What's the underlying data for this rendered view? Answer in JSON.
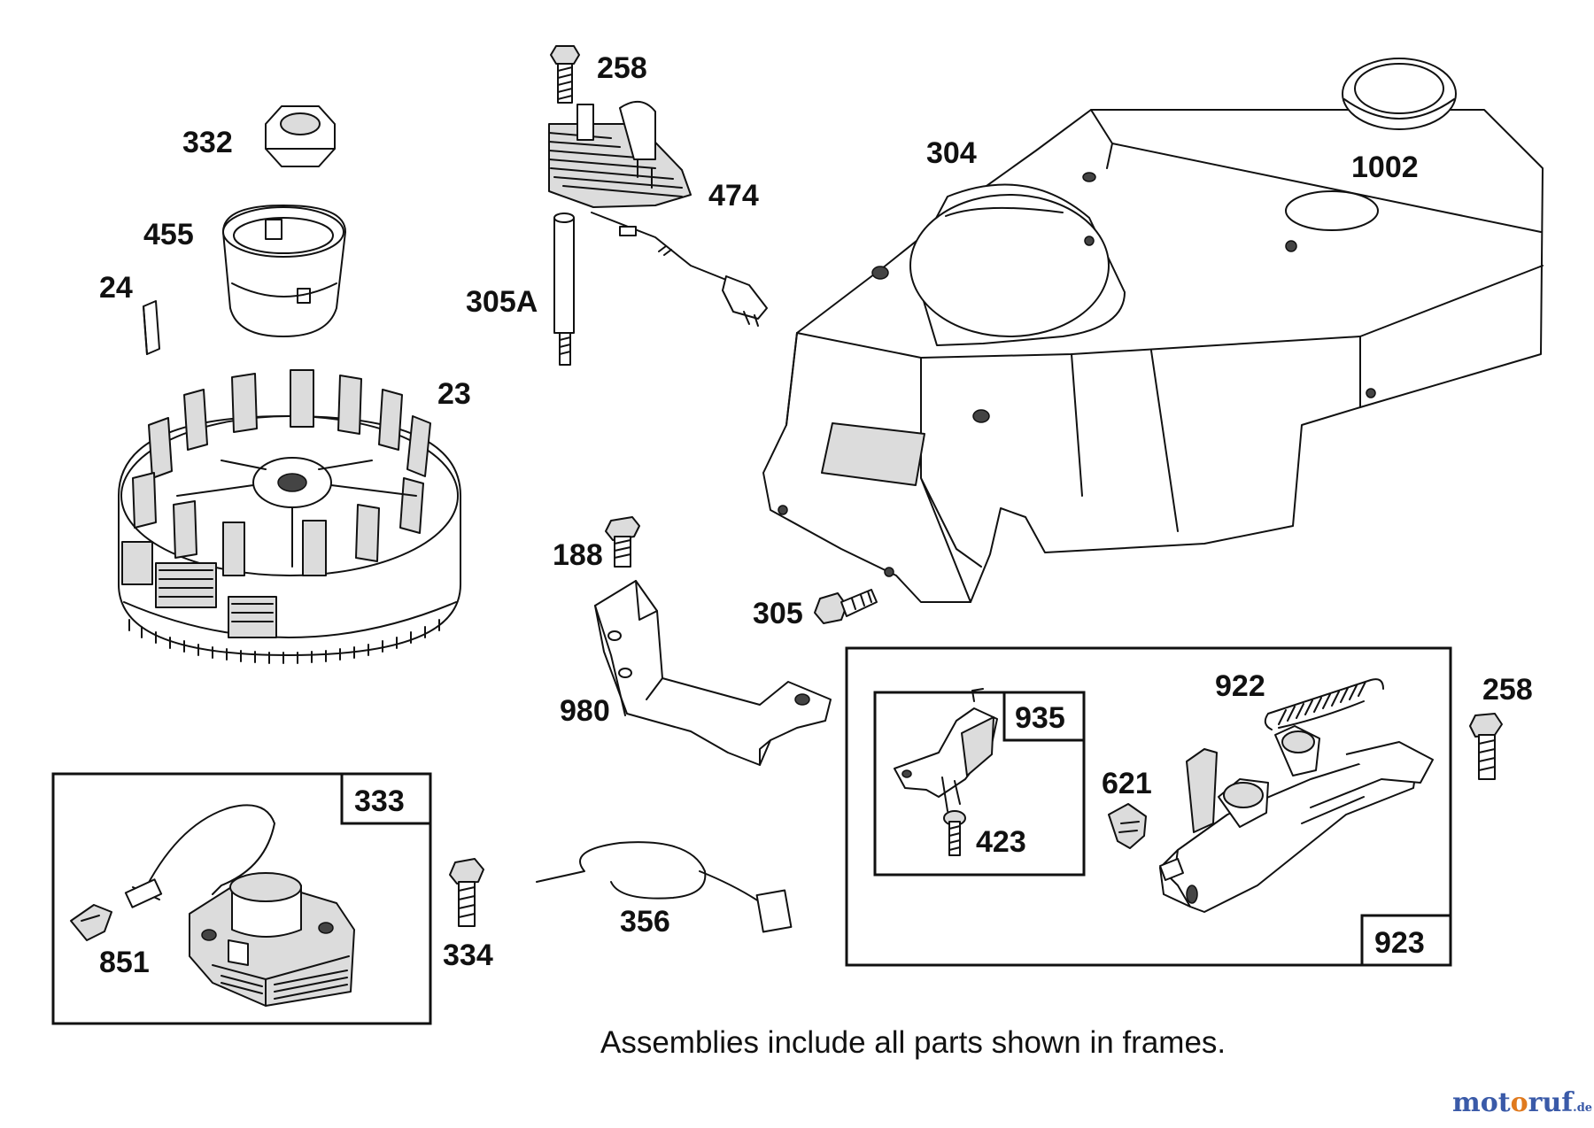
{
  "parts": {
    "p258a": "258",
    "p332": "332",
    "p304": "304",
    "p1002": "1002",
    "p474": "474",
    "p455": "455",
    "p24": "24",
    "p305a": "305A",
    "p23": "23",
    "p188": "188",
    "p305": "305",
    "p922": "922",
    "p258b": "258",
    "p980": "980",
    "p935": "935",
    "p621": "621",
    "p333": "333",
    "p423": "423",
    "p356": "356",
    "p923": "923",
    "p851": "851",
    "p334": "334"
  },
  "note": "Assemblies include all parts shown in frames.",
  "watermark": {
    "m1": "mot",
    "m2": "o",
    "m3": "ruf",
    "tld": ".de"
  },
  "colors": {
    "ink": "#111111",
    "shade": "#dcdcdc",
    "brand_blue": "#3a5aa8",
    "brand_orange": "#e07a1e"
  }
}
